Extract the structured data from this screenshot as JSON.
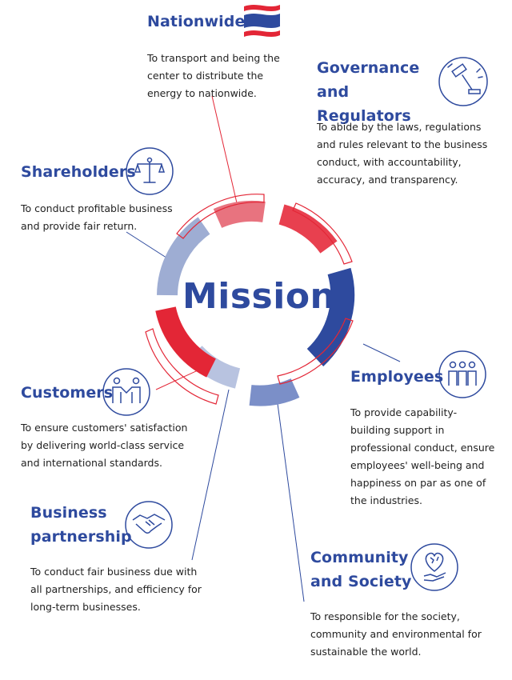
{
  "center": {
    "label": "Mission"
  },
  "stakeholders": {
    "nationwide": {
      "title": "Nationwide",
      "description": "To transport and being the center to distribute the energy to nationwide.",
      "icon": "thailand-flag-icon",
      "accent": "#e8737f"
    },
    "governance": {
      "title": "Governance and Regulators",
      "description": "To abide by the laws, regulations and rules relevant to the business conduct, with accountability, accuracy, and transparency.",
      "icon": "gavel-icon",
      "accent": "#e8404f"
    },
    "shareholders": {
      "title": "Shareholders",
      "description": "To conduct profitable business and provide fair return.",
      "icon": "balance-scale-icon",
      "accent": "#9eadd3"
    },
    "employees": {
      "title": "Employees",
      "description": "To provide capability-building support in professional conduct, ensure employees' well-being and happiness on par as one of the industries.",
      "icon": "people-group-icon",
      "accent": "#2e4a9e"
    },
    "customers": {
      "title": "Customers",
      "description": "To ensure customers' satisfaction by delivering world-class service and international standards.",
      "icon": "people-shaking-hands-icon",
      "accent": "#e32636"
    },
    "business_partnership": {
      "title": "Business partnership",
      "description": "To conduct fair business due with all partnerships, and efficiency for long-term businesses.",
      "icon": "handshake-icon",
      "accent": "#b8c3e0"
    },
    "community": {
      "title": "Community and Society",
      "description": "To responsible for the society, community and environmental for sustainable the world.",
      "icon": "hand-holding-globe-icon",
      "accent": "#7b8fc8"
    }
  },
  "colors": {
    "primary_blue": "#2e4a9e",
    "red": "#e32636",
    "light_red": "#e8737f",
    "light_blue": "#9eadd3",
    "text": "#222222"
  }
}
